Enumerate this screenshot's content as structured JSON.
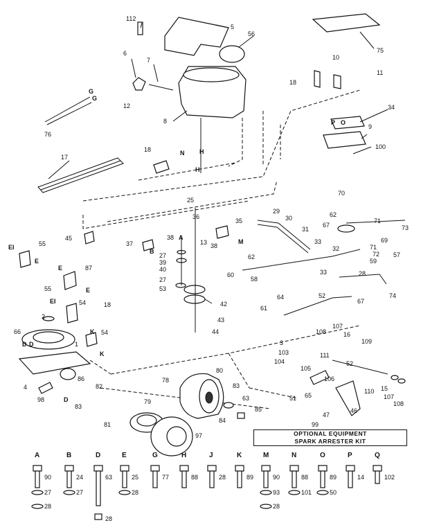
{
  "callouts": {
    "n112": "112",
    "n5": "5",
    "n56": "56",
    "n6": "6",
    "n7": "7",
    "n12": "12",
    "n8": "8",
    "n75": "75",
    "n10": "10",
    "n11": "11",
    "n18a": "18",
    "n34": "34",
    "n9": "9",
    "n100": "100",
    "n76": "76",
    "n17": "17",
    "n18b": "18",
    "n70": "70",
    "n62a": "62",
    "n71a": "71",
    "n67a": "67",
    "n73": "73",
    "n69": "69",
    "n71b": "71",
    "n72": "72",
    "n59": "59",
    "n57": "57",
    "n29": "29",
    "n30": "30",
    "n31": "31",
    "n33a": "33",
    "n32": "32",
    "n25": "25",
    "n35": "35",
    "n36": "36",
    "n13": "13",
    "n38a": "38",
    "n38b": "38",
    "n37": "37",
    "n45": "45",
    "n87": "87",
    "n55a": "55",
    "n27a": "27",
    "n39": "39",
    "n40": "40",
    "n27b": "27",
    "n53": "53",
    "n42": "42",
    "n43": "43",
    "n44": "44",
    "n62b": "62",
    "n60": "60",
    "n58": "58",
    "n33b": "33",
    "n28a": "28",
    "n74": "74",
    "n67b": "67",
    "n55b": "55",
    "n54a": "54",
    "n18c": "18",
    "n2": "2",
    "n66": "66",
    "n1": "1",
    "n54b": "54",
    "n61a": "61",
    "n64": "64",
    "n52a": "52",
    "n3": "3",
    "n108a": "108",
    "n107a": "107",
    "n16": "16",
    "n109": "109",
    "n103": "103",
    "n104": "104",
    "n111": "111",
    "n105": "105",
    "n106": "106",
    "n52b": "52",
    "n110": "110",
    "n15": "15",
    "n107b": "107",
    "n108b": "108",
    "n86": "86",
    "n82": "82",
    "n4": "4",
    "n98": "98",
    "n83a": "83",
    "n78": "78",
    "n79": "79",
    "n80": "80",
    "n83b": "83",
    "n63": "63",
    "n84": "84",
    "n85": "85",
    "n51": "51",
    "n65": "65",
    "n47": "47",
    "n46": "46",
    "n99": "99",
    "n81": "81",
    "n97": "97",
    "nH": "H",
    "nN": "N",
    "nH2": "H",
    "nEI1": "EI",
    "nE1": "E",
    "nE2": "E",
    "nE3": "E",
    "nEI2": "EI",
    "nG1": "G",
    "nG2": "G",
    "nB": "B",
    "nA": "A",
    "nM": "M",
    "nK1": "K",
    "nK2": "K",
    "nD1": "D",
    "nD2": "D",
    "nD3": "D",
    "nP": "P",
    "nO": "O"
  },
  "note": {
    "line1": "OPTIONAL EQUIPMENT",
    "line2": "SPARK ARRESTER KIT"
  },
  "hardware_key": [
    {
      "letter": "A",
      "parts": [
        "90",
        "27",
        "28"
      ]
    },
    {
      "letter": "B",
      "parts": [
        "24",
        "27"
      ]
    },
    {
      "letter": "D",
      "parts": [
        "63",
        "28"
      ]
    },
    {
      "letter": "E",
      "parts": [
        "25",
        "28"
      ]
    },
    {
      "letter": "G",
      "parts": [
        "77"
      ]
    },
    {
      "letter": "H",
      "parts": [
        "88"
      ]
    },
    {
      "letter": "J",
      "parts": [
        "28"
      ]
    },
    {
      "letter": "K",
      "parts": [
        "89"
      ]
    },
    {
      "letter": "M",
      "parts": [
        "90",
        "93",
        "28"
      ]
    },
    {
      "letter": "N",
      "parts": [
        "88",
        "101"
      ]
    },
    {
      "letter": "O",
      "parts": [
        "89",
        "50"
      ]
    },
    {
      "letter": "P",
      "parts": [
        "14"
      ]
    },
    {
      "letter": "Q",
      "parts": [
        "102"
      ]
    }
  ]
}
